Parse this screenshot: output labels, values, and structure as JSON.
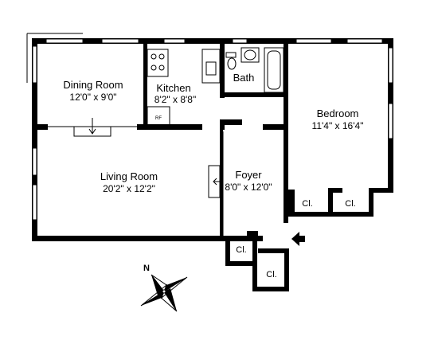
{
  "rooms": {
    "dining": {
      "name": "Dining Room",
      "dims": "12'0\" x 9'0\""
    },
    "kitchen": {
      "name": "Kitchen",
      "dims": "8'2\" x 8'8\""
    },
    "bath": {
      "name": "Bath"
    },
    "bedroom": {
      "name": "Bedroom",
      "dims": "11'4\" x 16'4\""
    },
    "living": {
      "name": "Living Room",
      "dims": "20'2\" x 12'2\""
    },
    "foyer": {
      "name": "Foyer",
      "dims": "8'0\" x 12'0\""
    }
  },
  "closets": [
    "Cl.",
    "Cl.",
    "Cl.",
    "Cl."
  ],
  "compass": {
    "label": "N"
  },
  "appliance": {
    "label": "RF"
  }
}
